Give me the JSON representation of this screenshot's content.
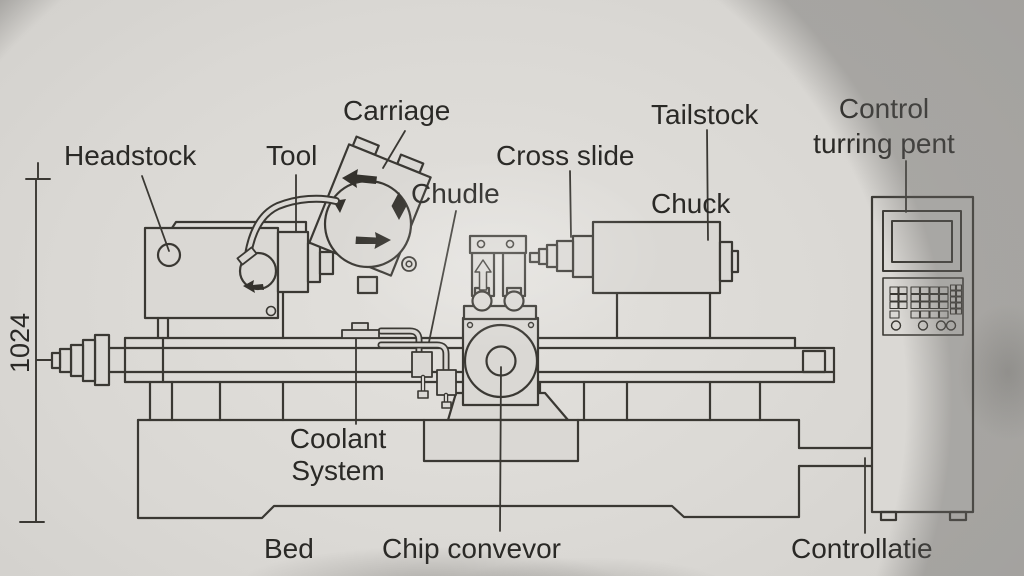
{
  "diagram": {
    "description": "line drawing of a CNC lathe machine with labeled parts",
    "labels": {
      "headstock": "Headstock",
      "tool": "Tool",
      "carriage": "Carriage",
      "chudle": "Chudle",
      "cross_slide": "Cross slide",
      "tailstock": "Tailstock",
      "chuck": "Chuck",
      "control_panel_line1": "Control",
      "control_panel_line2": "turring pent",
      "dimension": "1024",
      "coolant_line1": "Coolant",
      "coolant_line2": "System",
      "bed": "Bed",
      "chip_conveyor": "Chip convevor",
      "controllatie": "Controllatie"
    },
    "colors": {
      "line": "#3a3833",
      "text": "#2a2926",
      "surface": "#dad8d4",
      "background_dark_corner": "#a5a4a2"
    }
  }
}
